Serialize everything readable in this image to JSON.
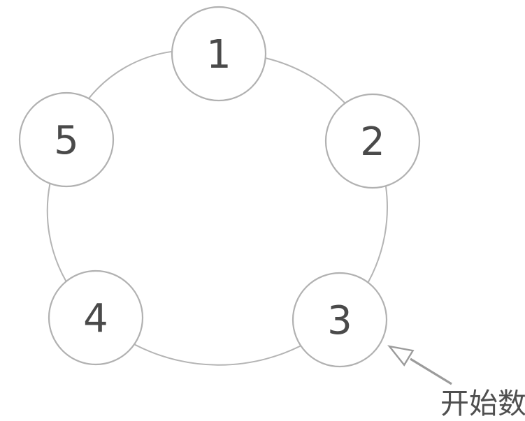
{
  "diagram": {
    "type": "cycle",
    "description": "Five numbered circles arranged on a ring, counted in order",
    "nodes": [
      {
        "label": "1",
        "position": "top"
      },
      {
        "label": "2",
        "position": "right"
      },
      {
        "label": "3",
        "position": "bottom-right"
      },
      {
        "label": "4",
        "position": "bottom-left"
      },
      {
        "label": "5",
        "position": "left"
      }
    ],
    "annotation": {
      "label": "开始数",
      "points_to_node": "3"
    }
  },
  "colors": {
    "ring-stroke": "#b4b4b4",
    "node-stroke": "#b1b1b1",
    "node-fill": "#ffffff",
    "node-text": "#4a4a4a",
    "arrow": "#9b9b9b",
    "annotation-text": "#4f4f4f",
    "background": "#ffffff"
  }
}
